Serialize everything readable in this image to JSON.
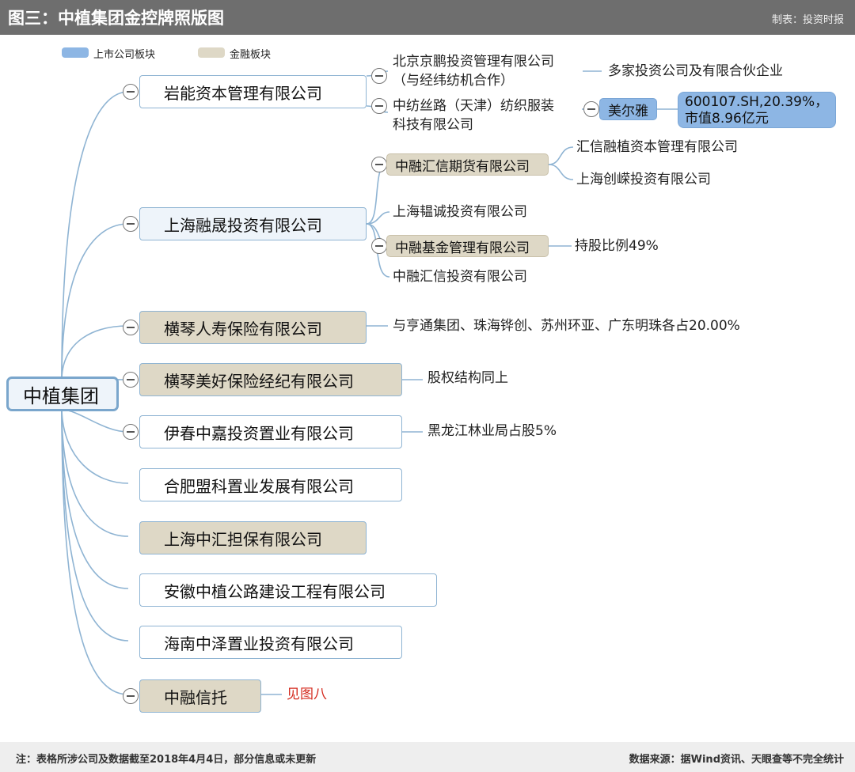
{
  "header": {
    "title": "图三：中植集团金控牌照版图",
    "credit": "制表：投资时报"
  },
  "legend": {
    "listed": "上市公司板块",
    "finance": "金融板块"
  },
  "colors": {
    "listed": "#8db6e4",
    "finance": "#ded8c6",
    "line": "#8fb4d3",
    "note": "#d42a1e"
  },
  "root": "中植集团",
  "branches": {
    "b1": {
      "name": "岩能资本管理有限公司",
      "c1": {
        "line1": "北京京鹏投资管理有限公司",
        "line2": "（与经纬纺机合作）",
        "note": "多家投资公司及有限合伙企业"
      },
      "c2": {
        "line1": "中纺丝路（天津）纺织服装",
        "line2": "科技有限公司",
        "listed_name": "美尔雅",
        "listed_line1": "600107.SH,20.39%，",
        "listed_line2": "市值8.96亿元"
      }
    },
    "b2": {
      "name": "上海融晟投资有限公司",
      "c1": {
        "name": "中融汇信期货有限公司",
        "sub1": "汇信融植资本管理有限公司",
        "sub2": "上海创嵘投资有限公司"
      },
      "c2": {
        "name": "上海韫诚投资有限公司"
      },
      "c3": {
        "name": "中融基金管理有限公司",
        "note": "持股比例49%"
      },
      "c4": {
        "name": "中融汇信投资有限公司"
      }
    },
    "b3": {
      "name": "横琴人寿保险有限公司",
      "note": "与亨通集团、珠海铧创、苏州环亚、广东明珠各占20.00%"
    },
    "b4": {
      "name": "横琴美好保险经纪有限公司",
      "note": "股权结构同上"
    },
    "b5": {
      "name": "伊春中嘉投资置业有限公司",
      "note": "黑龙江林业局占股5%"
    },
    "b6": {
      "name": "合肥盟科置业发展有限公司"
    },
    "b7": {
      "name": "上海中汇担保有限公司"
    },
    "b8": {
      "name": "安徽中植公路建设工程有限公司"
    },
    "b9": {
      "name": "海南中泽置业投资有限公司"
    },
    "b10": {
      "name": "中融信托",
      "note": "见图八"
    }
  },
  "footer": {
    "note": "注：表格所涉公司及数据截至2018年4月4日，部分信息或未更新",
    "source": "数据来源：据Wind资讯、天眼查等不完全统计"
  }
}
